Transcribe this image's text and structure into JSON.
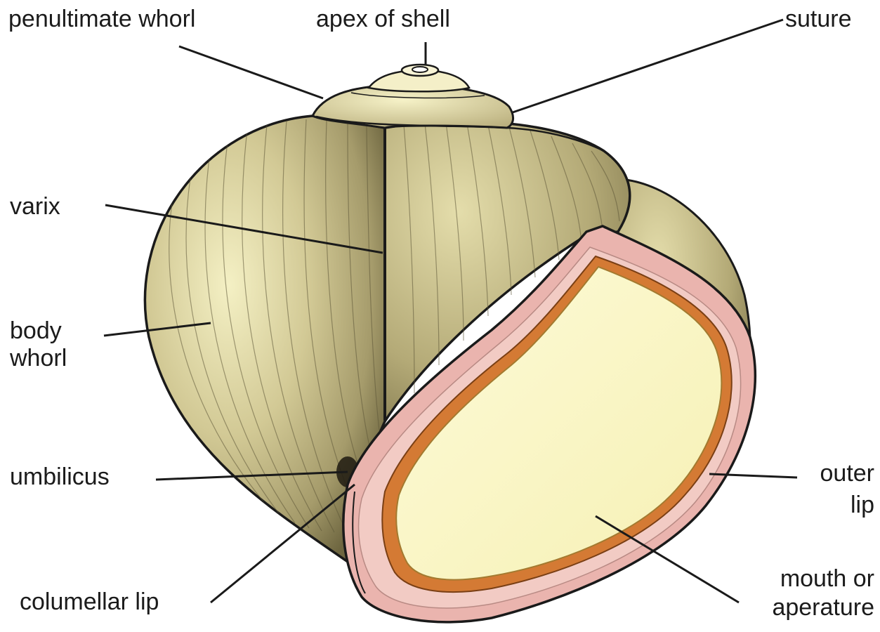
{
  "labels": {
    "penultimate_whorl": "penultimate whorl",
    "apex_of_shell": "apex of shell",
    "suture": "suture",
    "varix": "varix",
    "body_whorl_1": "body",
    "body_whorl_2": "whorl",
    "umbilicus": "umbilicus",
    "outer_lip_1": "outer",
    "outer_lip_2": "lip",
    "columellar_lip": "columellar lip",
    "mouth_1": "mouth or",
    "mouth_2": "aperature"
  },
  "colors": {
    "shell": "#c2b98a",
    "shell_highlight": "#f3efc0",
    "shell_shadow": "#6f6844",
    "outline": "#1a1a1a",
    "lip": "#e9b4b0",
    "lip_inner": "#d07a3a",
    "aperture": "#fbf7c8"
  }
}
